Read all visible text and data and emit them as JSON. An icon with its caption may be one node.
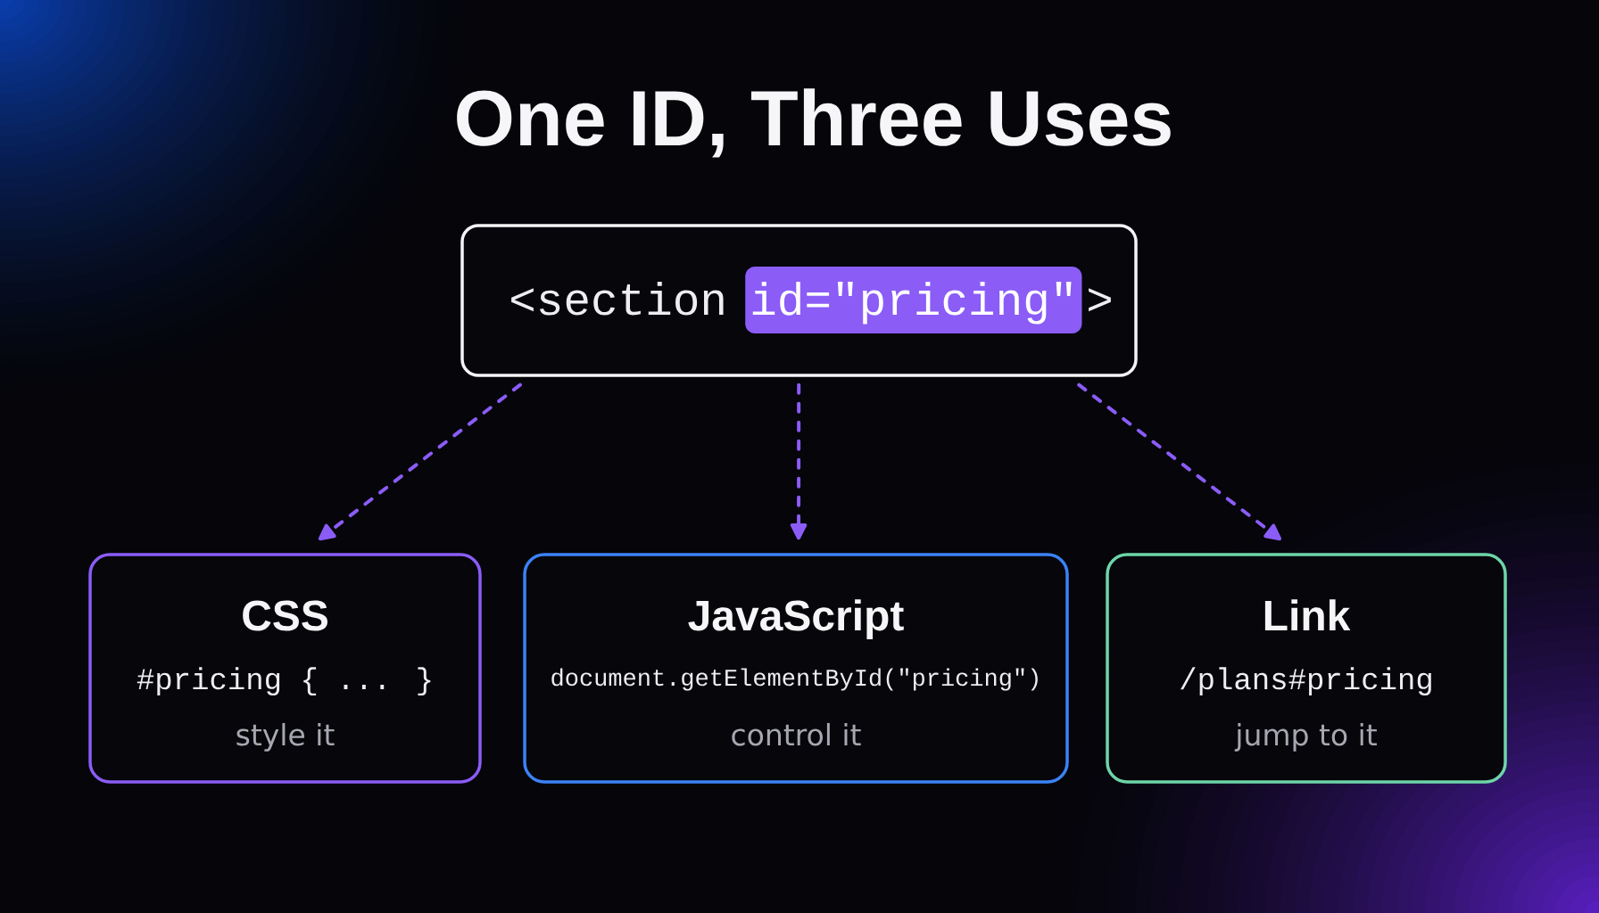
{
  "diagram": {
    "title": "One ID, Three Uses",
    "nodes": [
      {
        "text": [
          "<section",
          ">"
        ]
      },
      {
        "text": [
          "id=\"pricing\""
        ],
        "in": 0
      },
      {
        "text": [
          "CSS",
          "#pricing { ... }",
          "style it"
        ]
      },
      {
        "text": [
          "JavaScript",
          "document.getElementById(\"pricing\")",
          "control it"
        ]
      },
      {
        "text": [
          "Link",
          "/plans#pricing",
          "jump to it"
        ]
      }
    ],
    "edges": [
      {
        "from": 0,
        "to": 2,
        "arrow": "to",
        "style": "dashed"
      },
      {
        "from": 0,
        "to": 3,
        "arrow": "to",
        "style": "dashed"
      },
      {
        "from": 0,
        "to": 4,
        "arrow": "to",
        "style": "dashed"
      }
    ]
  }
}
